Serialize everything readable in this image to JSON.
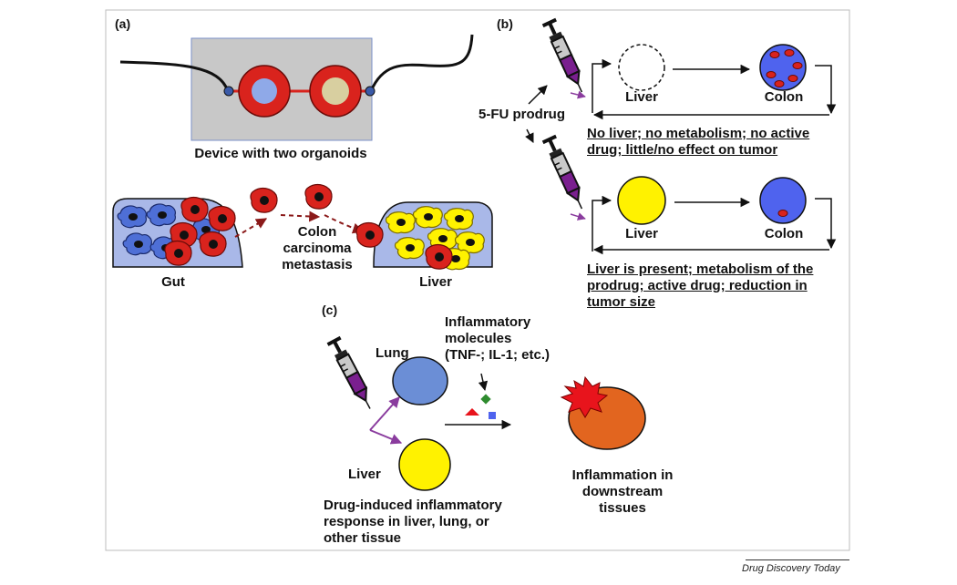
{
  "panels": {
    "a": "(a)",
    "b": "(b)",
    "c": "(c)"
  },
  "panel_a": {
    "device_caption": "Device with two organoids",
    "gut_label": "Gut",
    "liver_label": "Liver",
    "metastasis_lines": [
      "Colon",
      "carcinoma",
      "metastasis"
    ]
  },
  "panel_b": {
    "prodrug_label": "5-FU prodrug",
    "top_liver": "Liver",
    "top_colon": "Colon",
    "top_result_lines": [
      "No liver; no metabolism; no active",
      "drug; little/no effect on tumor"
    ],
    "bottom_liver": "Liver",
    "bottom_colon": "Colon",
    "bottom_result_lines": [
      "Liver is present; metabolism of the",
      "prodrug; active drug; reduction in",
      "tumor size"
    ]
  },
  "panel_c": {
    "lung_label": "Lung",
    "liver_label": "Liver",
    "molecules_lines": [
      "Inflammatory",
      "molecules",
      "(TNF-; IL-1; etc.)"
    ],
    "inflammation_lines": [
      "Inflammation in",
      "downstream",
      "tissues"
    ],
    "response_lines": [
      "Drug-induced inflammatory",
      "response in liver, lung, or",
      "other tissue"
    ]
  },
  "footer": "Drug Discovery Today",
  "colors": {
    "organoid_red": "#d9231d",
    "device_gray": "#c8c8c8",
    "tissue_blue": "#a9b8e8",
    "cell_blue": "#4e6fd6",
    "liver_yellow": "#fff200",
    "lung_blue": "#6b8ed6",
    "colon_blue": "#4f63ee",
    "syringe_purple": "#7a1f8f",
    "arrow_purple": "#8a3c9e",
    "tissue_orange": "#e2651f",
    "burst_red": "#e8141c",
    "metastasis_arrow": "#8b1a1a"
  }
}
